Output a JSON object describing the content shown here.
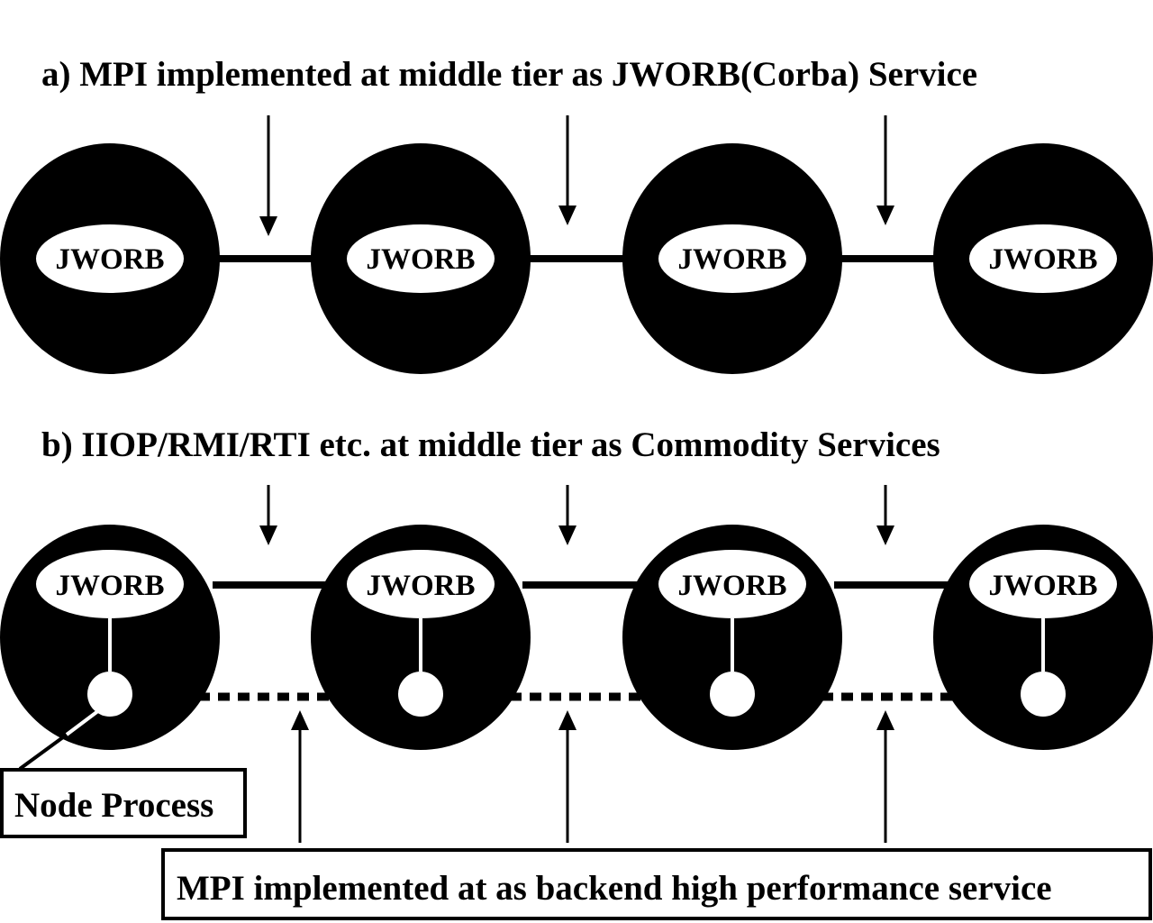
{
  "section_a": {
    "title": "a) MPI implemented at middle tier as JWORB(Corba) Service",
    "nodes": [
      "JWORB",
      "JWORB",
      "JWORB",
      "JWORB"
    ]
  },
  "section_b": {
    "title": "b) IIOP/RMI/RTI etc. at middle tier as Commodity Services",
    "nodes": [
      "JWORB",
      "JWORB",
      "JWORB",
      "JWORB"
    ]
  },
  "callouts": {
    "node_process": "Node Process",
    "mpi_backend": "MPI implemented at as backend high performance service"
  },
  "colors": {
    "node_fill": "#000000",
    "orb_fill": "#ffffff",
    "line": "#000000",
    "background": "#ffffff"
  }
}
